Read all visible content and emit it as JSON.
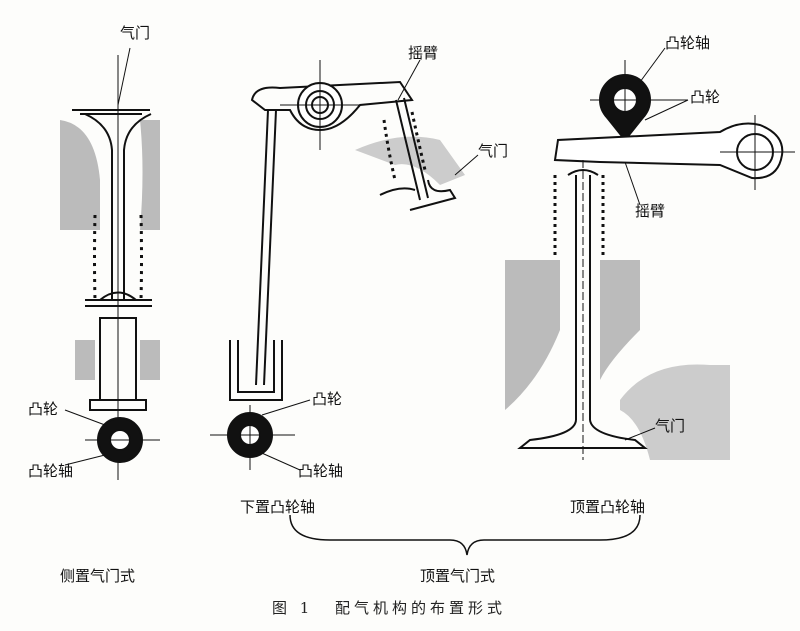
{
  "side_valve": {
    "valve": "气门",
    "cam": "凸轮",
    "camshaft": "凸轮轴",
    "title": "侧置气门式"
  },
  "overhead_valve": {
    "title": "顶置气门式",
    "lower_camshaft": {
      "rocker": "摇臂",
      "valve": "气门",
      "cam": "凸轮",
      "camshaft": "凸轮轴",
      "title": "下置凸轮轴"
    },
    "overhead_camshaft": {
      "camshaft": "凸轮轴",
      "cam": "凸轮",
      "rocker": "摇臂",
      "valve": "气门",
      "title": "顶置凸轮轴"
    }
  },
  "caption": {
    "number": "图 1",
    "text": "配气机构的布置形式"
  }
}
